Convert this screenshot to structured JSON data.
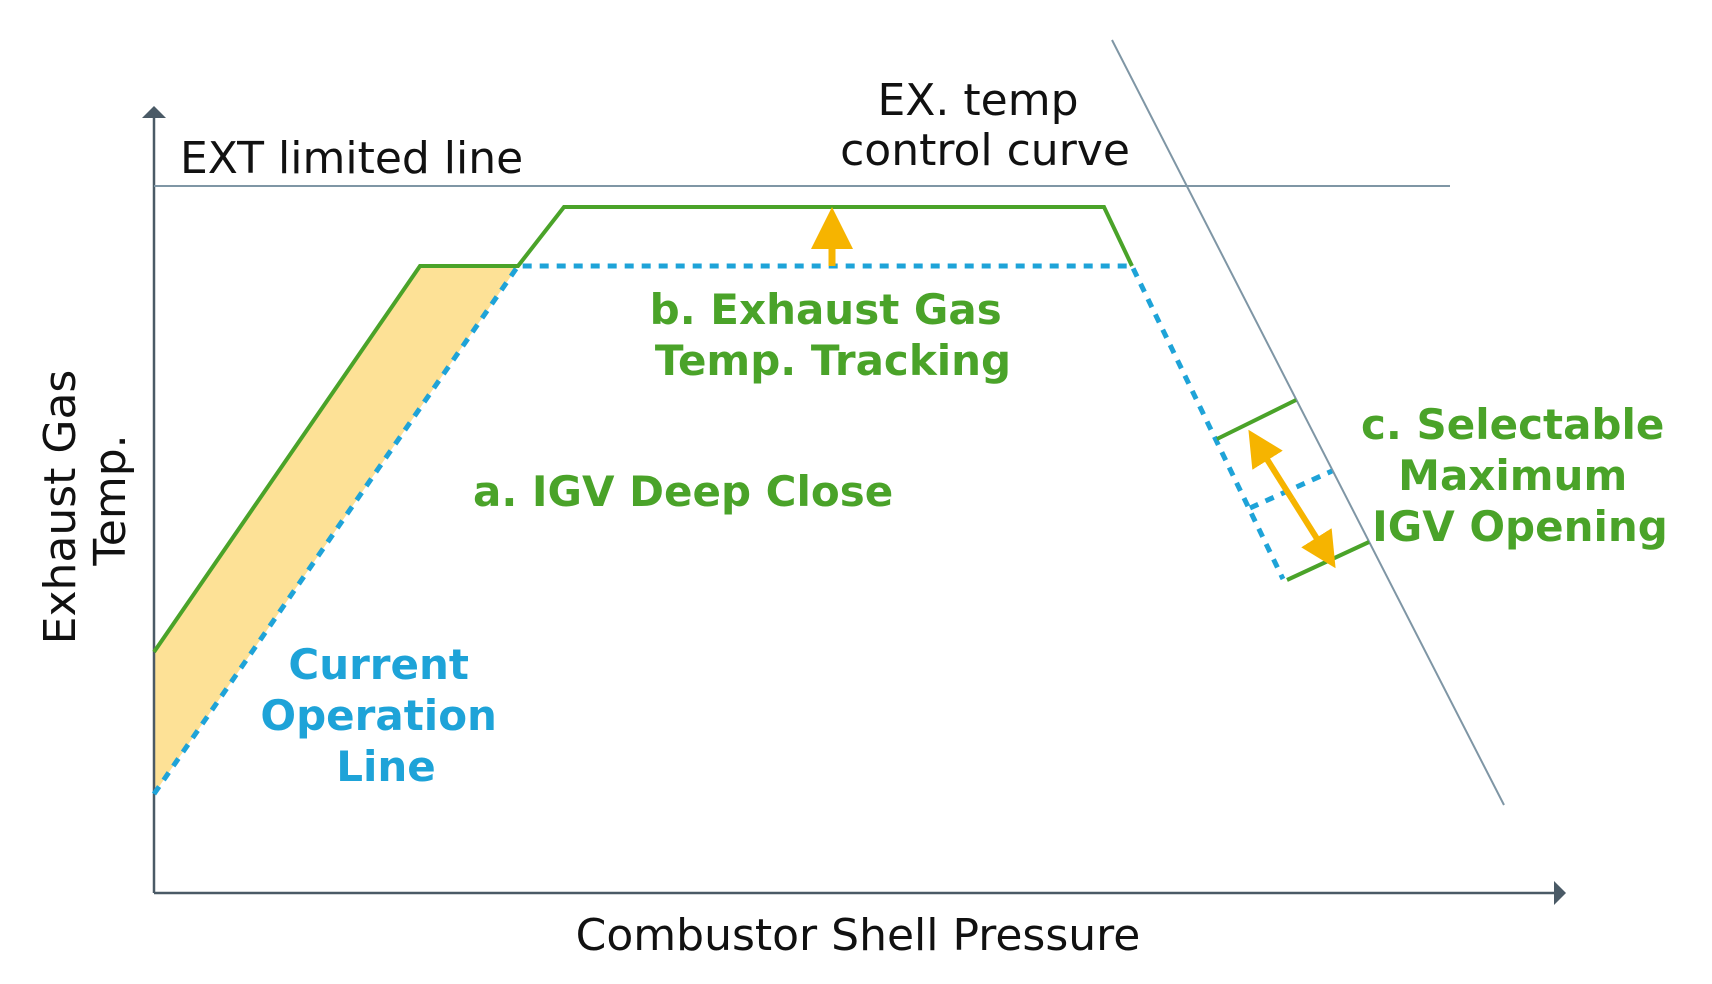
{
  "colors": {
    "axis": "#4a5a66",
    "guide_line": "#7f96a5",
    "new_line": "#4aa329",
    "current_line": "#1ea3d8",
    "shade": "#fde196",
    "arrow": "#f6b400",
    "text_dark": "#111111"
  },
  "labels": {
    "y_axis": [
      "Exhaust Gas",
      "Temp."
    ],
    "x_axis": "Combustor Shell Pressure",
    "ext_limited_line": "EXT limited line",
    "ex_temp_curve": [
      "EX. temp",
      "control curve"
    ],
    "feature_b": [
      "b. Exhaust Gas",
      "Temp. Tracking"
    ],
    "feature_a": "a. IGV Deep Close",
    "feature_c": [
      "c. Selectable",
      "Maximum",
      "IGV Opening"
    ],
    "current_line": [
      "Current",
      "Operation",
      "Line"
    ]
  }
}
